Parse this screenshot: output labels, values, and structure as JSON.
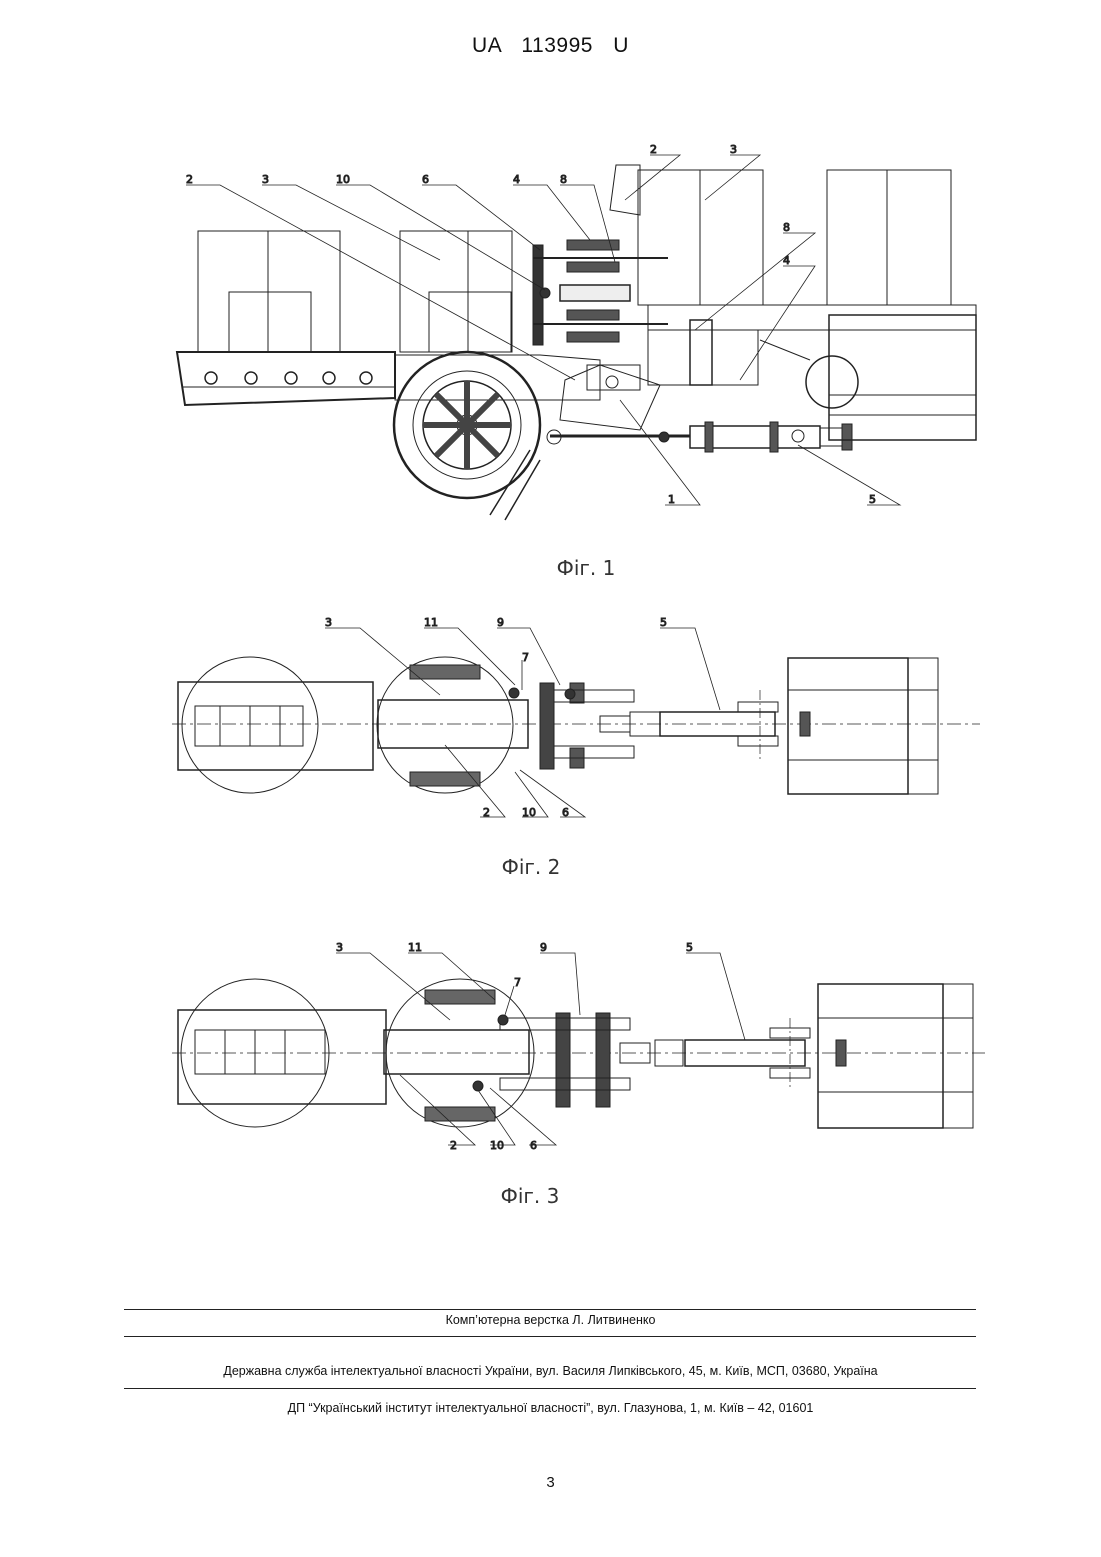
{
  "header": {
    "doc_code": "UA",
    "number": "113995",
    "kind": "U"
  },
  "figures": [
    {
      "caption": "Фіг. 1",
      "labels": {
        "l2a": "2",
        "l3a": "3",
        "l10": "10",
        "l6": "6",
        "l4a": "4",
        "l8a": "8",
        "l2b": "2",
        "l3b": "3",
        "l8b": "8",
        "l4b": "4",
        "l1": "1",
        "l5": "5"
      }
    },
    {
      "caption": "Фіг. 2",
      "labels": {
        "l3": "3",
        "l11": "11",
        "l9": "9",
        "l5": "5",
        "l7": "7",
        "l2": "2",
        "l10": "10",
        "l6": "6"
      }
    },
    {
      "caption": "Фіг. 3",
      "labels": {
        "l3": "3",
        "l11": "11",
        "l9": "9",
        "l5": "5",
        "l7": "7",
        "l2": "2",
        "l10": "10",
        "l6": "6"
      }
    }
  ],
  "footer": {
    "typesetting": "Комп’ютерна верстка Л. Литвиненко",
    "agency": "Державна служба інтелектуальної власності України, вул. Василя Липківського, 45, м. Київ, МСП, 03680, Україна",
    "institute": "ДП “Український інститут інтелектуальної власності”, вул. Глазунова, 1, м. Київ – 42, 01601"
  },
  "page_number": "3"
}
